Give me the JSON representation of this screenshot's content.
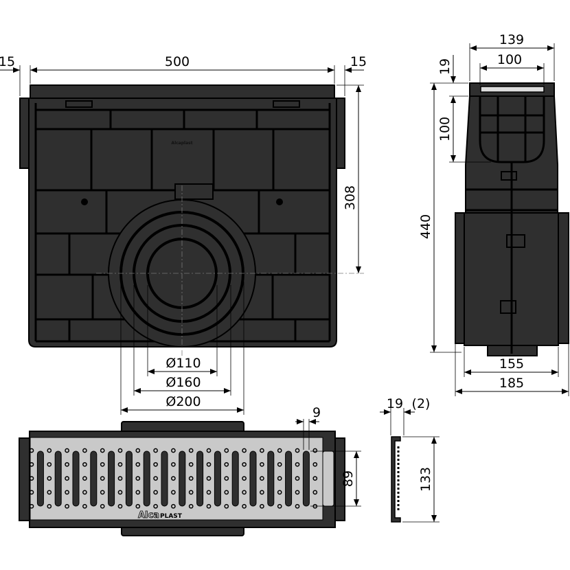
{
  "front_view": {
    "dim_left_flange": "15",
    "dim_width": "500",
    "dim_right_flange": "15",
    "dim_outlet_height": "308",
    "dim_d110": "Ø110",
    "dim_d160": "Ø160",
    "dim_d200": "Ø200",
    "logo": "Alcaplast"
  },
  "side_view": {
    "dim_top_width": "139",
    "dim_inner_width": "100",
    "dim_cap_height": "19",
    "dim_inner_depth": "100",
    "dim_total_height": "440",
    "dim_bottom_width": "155",
    "dim_max_width": "185"
  },
  "grate_view": {
    "dim_slot_width": "9",
    "dim_slot_length": "89",
    "slot_count": 16,
    "dot_rows": 5,
    "logo_alca": "Alca",
    "logo_plast": "PLAST"
  },
  "grate_profile": {
    "dim_height": "19",
    "dim_lip": "(2)",
    "dim_length": "133"
  },
  "colors": {
    "body": "#2f2f2f",
    "grate": "#c9c9c9",
    "line": "#000000"
  }
}
